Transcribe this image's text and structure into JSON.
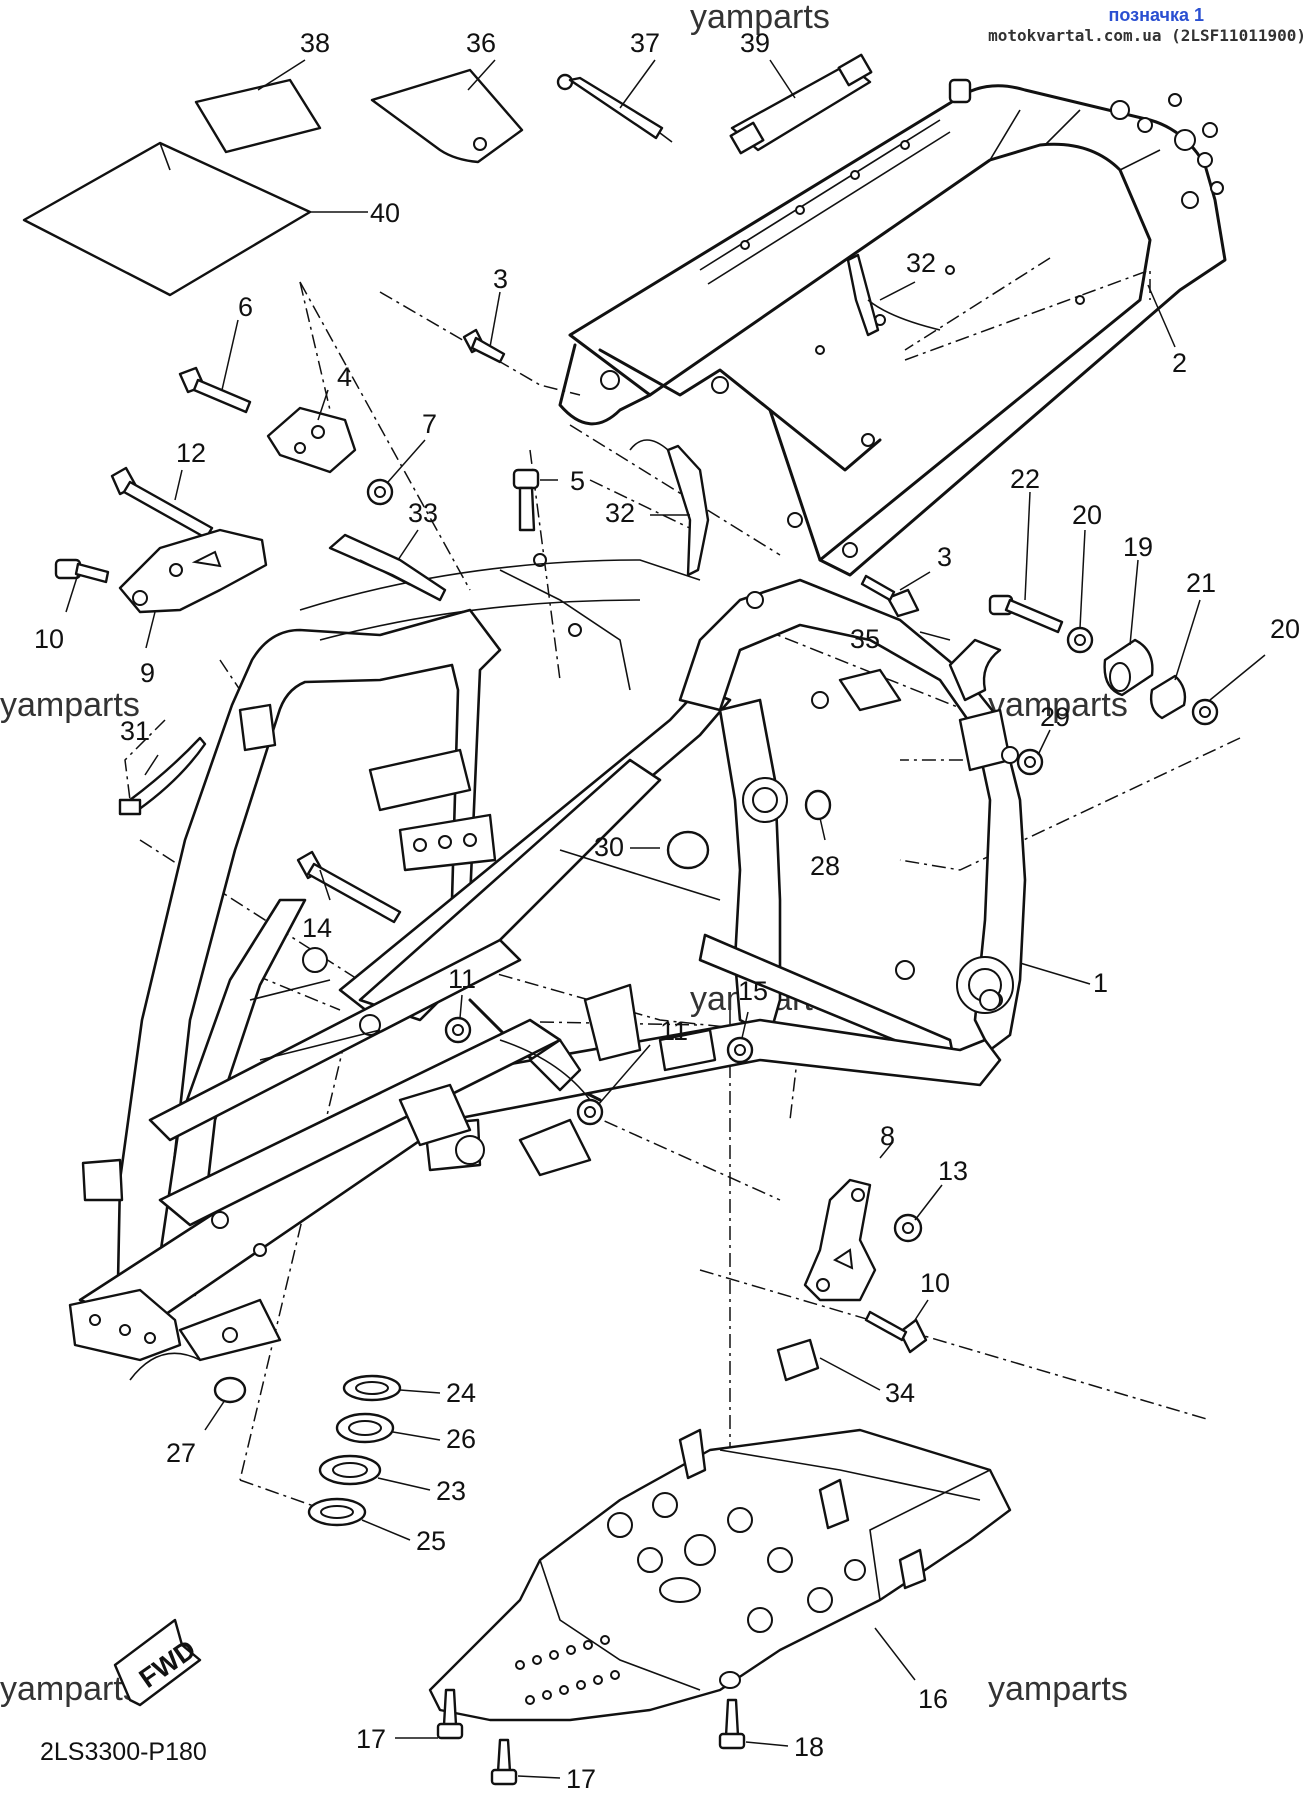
{
  "header": {
    "brand_label": "позначка 1",
    "source_text": "motokvartal.com.ua (2LSF11011900)"
  },
  "watermark": "yamparts",
  "diagram_code": "2LS3300-P180",
  "fwd_label": "FWD",
  "callouts": [
    "38",
    "36",
    "37",
    "39",
    "40",
    "3",
    "32",
    "2",
    "6",
    "4",
    "7",
    "5",
    "12",
    "33",
    "32",
    "3",
    "22",
    "20",
    "19",
    "21",
    "20",
    "10",
    "9",
    "35",
    "29",
    "31",
    "30",
    "28",
    "14",
    "1",
    "11",
    "15",
    "11",
    "8",
    "13",
    "10",
    "34",
    "24",
    "26",
    "27",
    "23",
    "25",
    "16",
    "17",
    "18",
    "17"
  ],
  "colors": {
    "line": "#111111",
    "brand": "#2a4fd1",
    "background": "#ffffff"
  }
}
